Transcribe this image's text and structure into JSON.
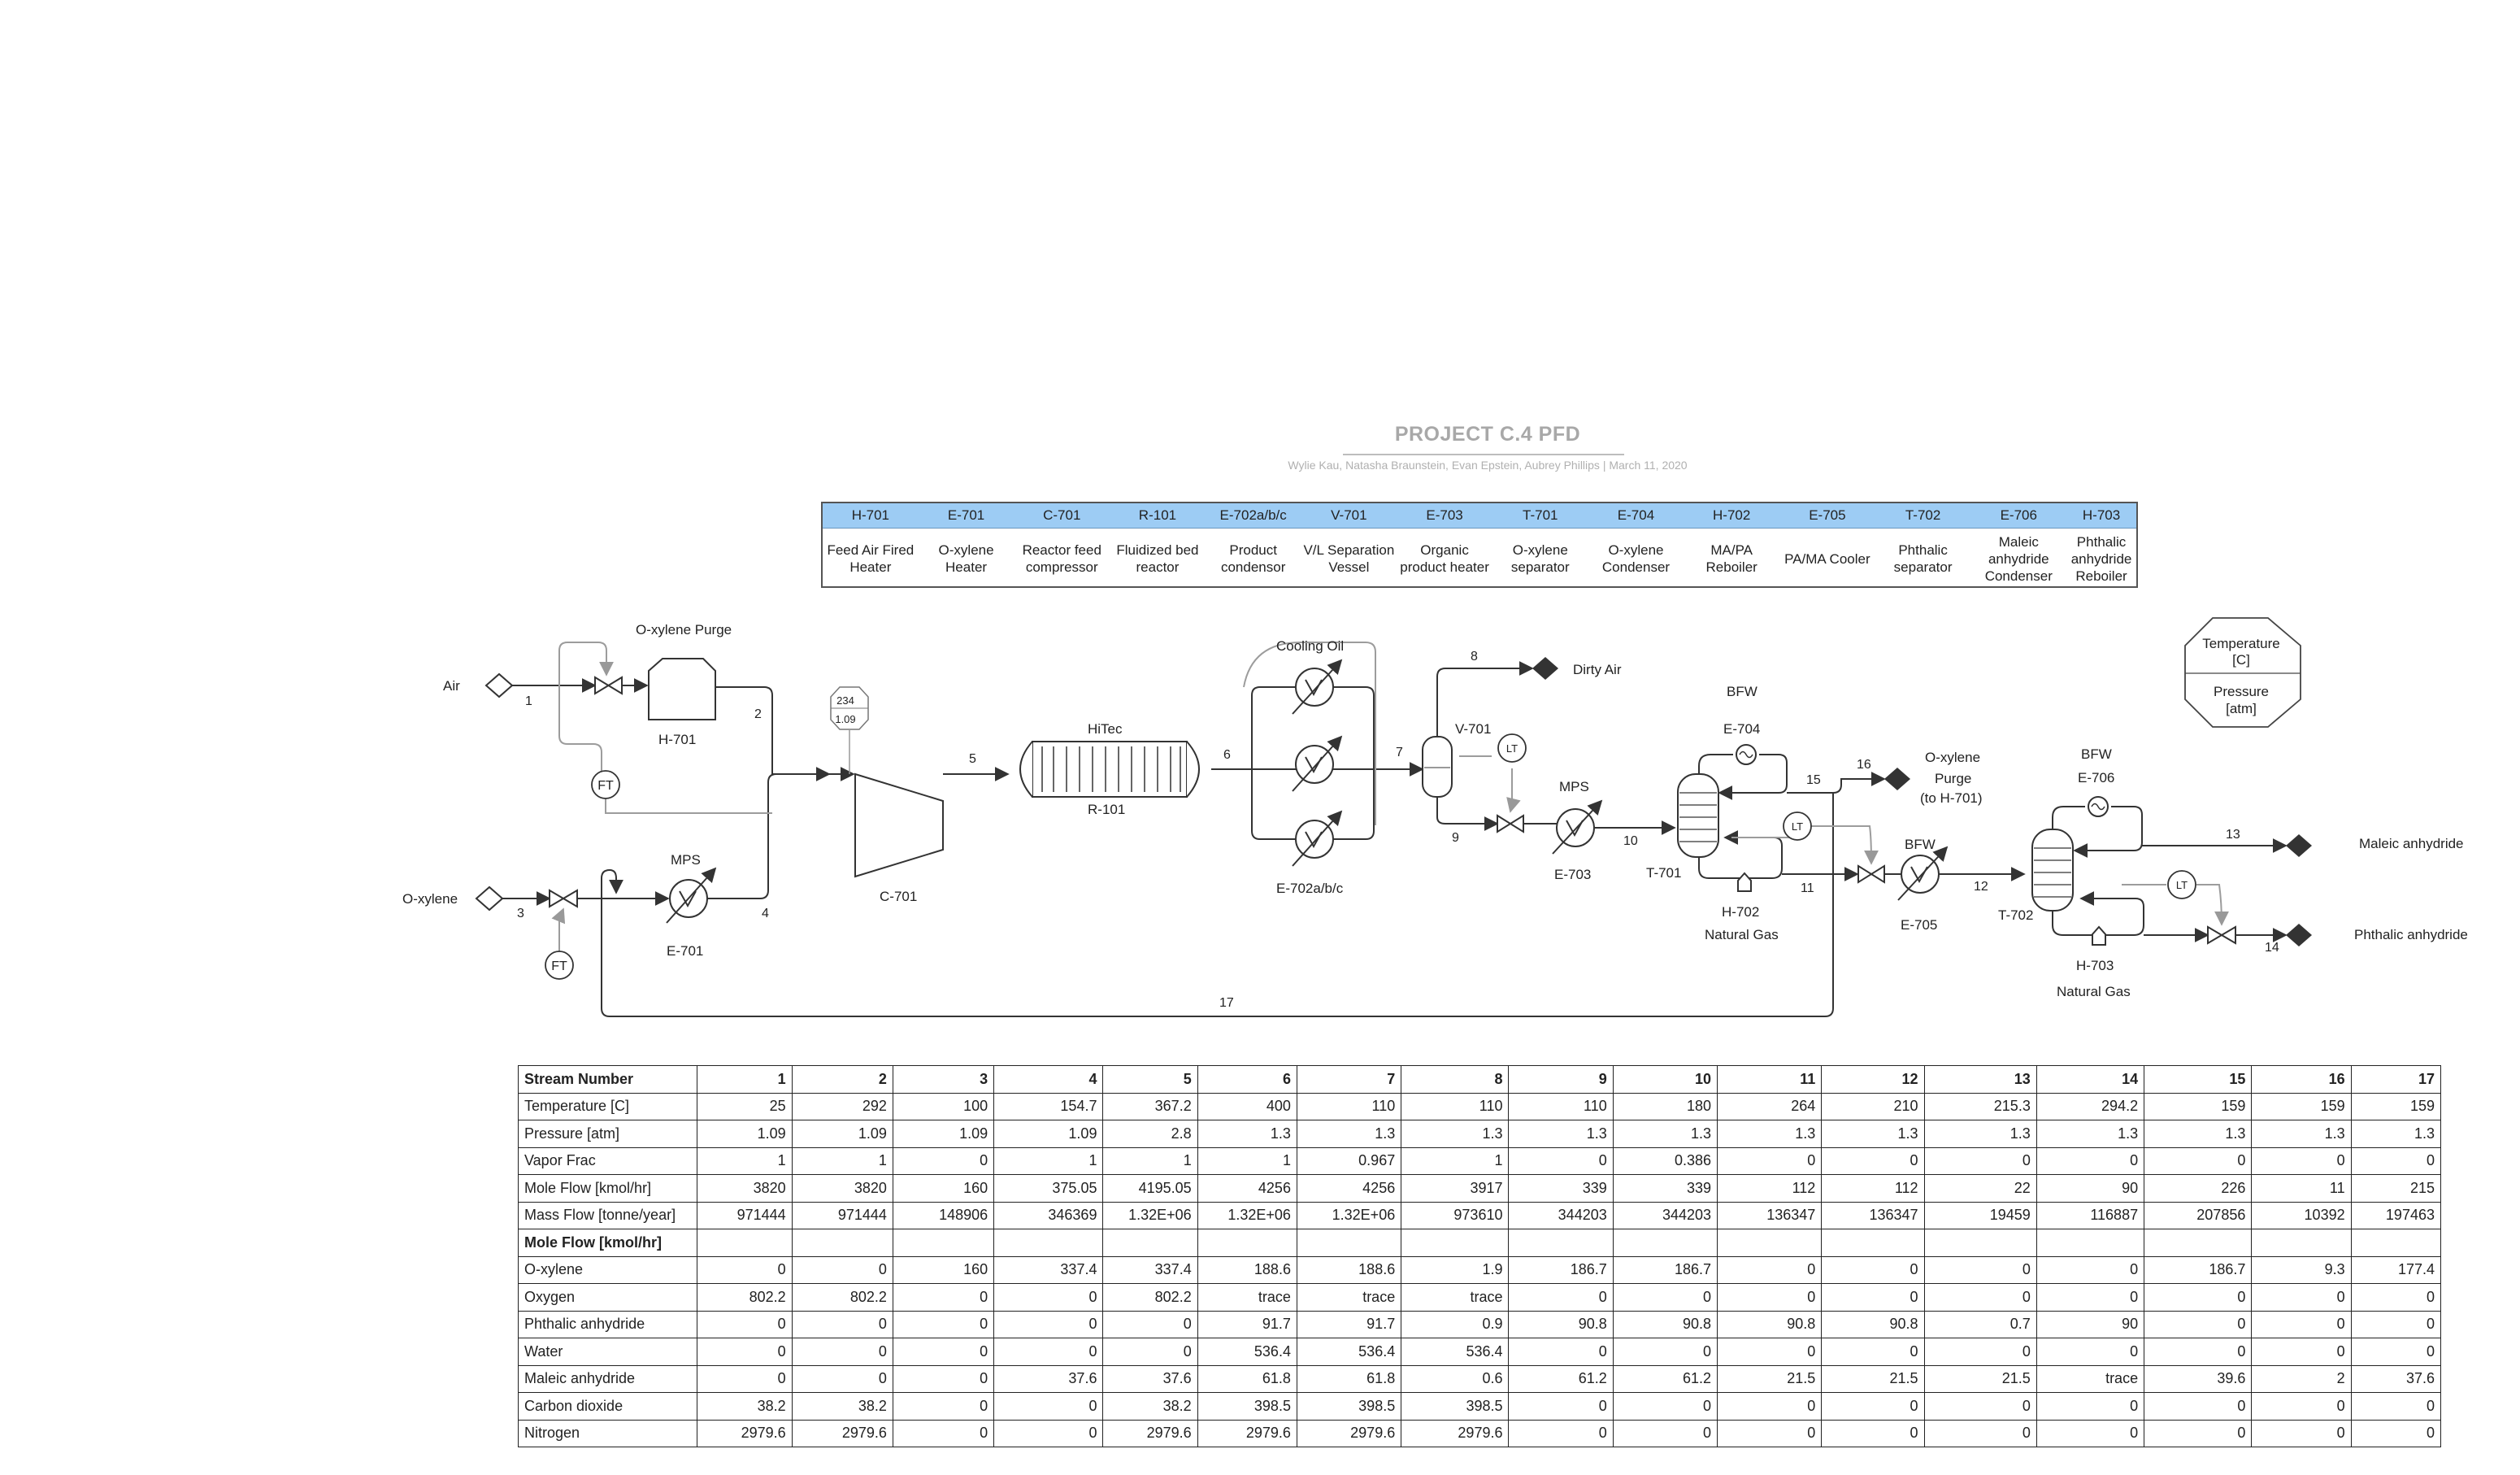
{
  "header": {
    "title": "PROJECT C.4 PFD",
    "subtitle": "Wylie Kau, Natasha Braunstein, Evan Epstein, Aubrey Phillips  |  March 11, 2020"
  },
  "equipment": [
    {
      "tag": "H-701",
      "name": "Feed Air Fired Heater"
    },
    {
      "tag": "E-701",
      "name": "O-xylene Heater"
    },
    {
      "tag": "C-701",
      "name": "Reactor feed compressor"
    },
    {
      "tag": "R-101",
      "name": "Fluidized bed reactor"
    },
    {
      "tag": "E-702a/b/c",
      "name": "Product condensor"
    },
    {
      "tag": "V-701",
      "name": "V/L Separation Vessel"
    },
    {
      "tag": "E-703",
      "name": "Organic product heater"
    },
    {
      "tag": "T-701",
      "name": "O-xylene separator"
    },
    {
      "tag": "E-704",
      "name": "O-xylene Condenser"
    },
    {
      "tag": "H-702",
      "name": "MA/PA Reboiler"
    },
    {
      "tag": "E-705",
      "name": "PA/MA Cooler"
    },
    {
      "tag": "T-702",
      "name": "Phthalic separator"
    },
    {
      "tag": "E-706",
      "name": "Maleic anhydride Condenser"
    },
    {
      "tag": "H-703",
      "name": "Phthalic anhydride Reboiler"
    }
  ],
  "legend": {
    "temperature": "Temperature [C]",
    "pressure": "Pressure [atm]"
  },
  "diagram": {
    "labels": {
      "air": "Air",
      "oxylene": "O-xylene",
      "oxylene_purge": "O-xylene Purge",
      "h701": "H-701",
      "mps1": "MPS",
      "e701": "E-701",
      "c701": "C-701",
      "hitec": "HiTec",
      "r101": "R-101",
      "cooling_oil": "Cooling Oil",
      "e702": "E-702a/b/c",
      "v701": "V-701",
      "dirty_air": "Dirty Air",
      "mps2": "MPS",
      "e703": "E-703",
      "bfw1": "BFW",
      "e704": "E-704",
      "t701": "T-701",
      "h702": "H-702",
      "natgas1": "Natural Gas",
      "purge2_1": "O-xylene",
      "purge2_2": "Purge",
      "purge2_3": "(to H-701)",
      "bfw2": "BFW",
      "e705": "E-705",
      "bfw3": "BFW",
      "e706": "E-706",
      "t702": "T-702",
      "h703": "H-703",
      "natgas2": "Natural Gas",
      "maleic": "Maleic anhydride",
      "phthalic": "Phthalic anhydride",
      "ft": "FT",
      "lt": "LT",
      "tag_t": "234",
      "tag_p": "1.09"
    },
    "streams": [
      "1",
      "2",
      "3",
      "4",
      "5",
      "6",
      "7",
      "8",
      "9",
      "10",
      "11",
      "12",
      "13",
      "14",
      "15",
      "16",
      "17"
    ]
  },
  "stream_table": {
    "header": [
      "Stream Number",
      "1",
      "2",
      "3",
      "4",
      "5",
      "6",
      "7",
      "8",
      "9",
      "10",
      "11",
      "12",
      "13",
      "14",
      "15",
      "16",
      "17"
    ],
    "rows": [
      [
        "Temperature [C]",
        "25",
        "292",
        "100",
        "154.7",
        "367.2",
        "400",
        "110",
        "110",
        "110",
        "180",
        "264",
        "210",
        "215.3",
        "294.2",
        "159",
        "159",
        "159"
      ],
      [
        "Pressure [atm]",
        "1.09",
        "1.09",
        "1.09",
        "1.09",
        "2.8",
        "1.3",
        "1.3",
        "1.3",
        "1.3",
        "1.3",
        "1.3",
        "1.3",
        "1.3",
        "1.3",
        "1.3",
        "1.3",
        "1.3"
      ],
      [
        "Vapor Frac",
        "1",
        "1",
        "0",
        "1",
        "1",
        "1",
        "0.967",
        "1",
        "0",
        "0.386",
        "0",
        "0",
        "0",
        "0",
        "0",
        "0",
        "0"
      ],
      [
        "Mole Flow [kmol/hr]",
        "3820",
        "3820",
        "160",
        "375.05",
        "4195.05",
        "4256",
        "4256",
        "3917",
        "339",
        "339",
        "112",
        "112",
        "22",
        "90",
        "226",
        "11",
        "215"
      ],
      [
        "Mass Flow [tonne/year]",
        "971444",
        "971444",
        "148906",
        "346369",
        "1.32E+06",
        "1.32E+06",
        "1.32E+06",
        "973610",
        "344203",
        "344203",
        "136347",
        "136347",
        "19459",
        "116887",
        "207856",
        "10392",
        "197463"
      ],
      [
        "Mole Flow [kmol/hr]",
        "",
        "",
        "",
        "",
        "",
        "",
        "",
        "",
        "",
        "",
        "",
        "",
        "",
        "",
        "",
        "",
        ""
      ],
      [
        "O-xylene",
        "0",
        "0",
        "160",
        "337.4",
        "337.4",
        "188.6",
        "188.6",
        "1.9",
        "186.7",
        "186.7",
        "0",
        "0",
        "0",
        "0",
        "186.7",
        "9.3",
        "177.4"
      ],
      [
        "Oxygen",
        "802.2",
        "802.2",
        "0",
        "0",
        "802.2",
        "trace",
        "trace",
        "trace",
        "0",
        "0",
        "0",
        "0",
        "0",
        "0",
        "0",
        "0",
        "0"
      ],
      [
        "Phthalic anhydride",
        "0",
        "0",
        "0",
        "0",
        "0",
        "91.7",
        "91.7",
        "0.9",
        "90.8",
        "90.8",
        "90.8",
        "90.8",
        "0.7",
        "90",
        "0",
        "0",
        "0"
      ],
      [
        "Water",
        "0",
        "0",
        "0",
        "0",
        "0",
        "536.4",
        "536.4",
        "536.4",
        "0",
        "0",
        "0",
        "0",
        "0",
        "0",
        "0",
        "0",
        "0"
      ],
      [
        "Maleic anhydride",
        "0",
        "0",
        "0",
        "37.6",
        "37.6",
        "61.8",
        "61.8",
        "0.6",
        "61.2",
        "61.2",
        "21.5",
        "21.5",
        "21.5",
        "trace",
        "39.6",
        "2",
        "37.6"
      ],
      [
        "Carbon dioxide",
        "38.2",
        "38.2",
        "0",
        "0",
        "38.2",
        "398.5",
        "398.5",
        "398.5",
        "0",
        "0",
        "0",
        "0",
        "0",
        "0",
        "0",
        "0",
        "0"
      ],
      [
        "Nitrogen",
        "2979.6",
        "2979.6",
        "0",
        "0",
        "2979.6",
        "2979.6",
        "2979.6",
        "2979.6",
        "0",
        "0",
        "0",
        "0",
        "0",
        "0",
        "0",
        "0",
        "0"
      ]
    ]
  }
}
